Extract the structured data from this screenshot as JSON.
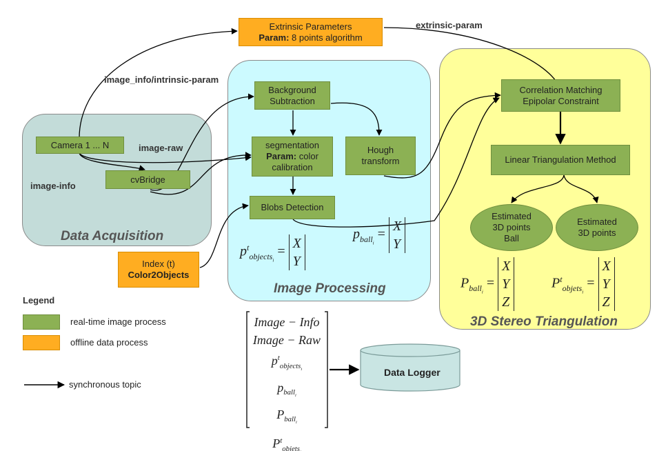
{
  "regions": {
    "data_acquisition": "Data Acquisition",
    "image_processing": "Image Processing",
    "stereo_triangulation": "3D Stereo Triangulation"
  },
  "nodes": {
    "extrinsic": {
      "line1": "Extrinsic Parameters",
      "bold": "Param:",
      "rest": " 8 points algorithm"
    },
    "camera": "Camera 1 ... N",
    "cvbridge": "cvBridge",
    "background": {
      "line1": "Background",
      "line2": "Subtraction"
    },
    "segmentation": {
      "line1": "segmentation",
      "bold": "Param:",
      "rest": " color",
      "line3": "calibration"
    },
    "hough": {
      "line1": "Hough",
      "line2": "transform"
    },
    "blobs": "Blobs Detection",
    "index": {
      "line1": "Index (t)",
      "line2": "Color2Objects"
    },
    "correlation": {
      "line1": "Correlation Matching",
      "line2": "Epipolar Constraint"
    },
    "linear": "Linear Triangulation Method",
    "est_ball": {
      "line1": "Estimated",
      "line2": "3D points",
      "line3": "Ball"
    },
    "est_points": {
      "line1": "Estimated",
      "line2": "3D points"
    },
    "logger": "Data Logger"
  },
  "edge_labels": {
    "extrinsic_param": "extrinsic-param",
    "image_info_intrinsic": "image_info/intrinsic-param",
    "image_raw": "image-raw",
    "image_info": "image-info"
  },
  "equations": {
    "p_objects": {
      "var": "p",
      "sup": "t",
      "sub": "objects",
      "subsub": "i",
      "rows": [
        "X",
        "Y"
      ]
    },
    "p_ball": {
      "var": "p",
      "sub": "ball",
      "subsub": "i",
      "rows": [
        "X",
        "Y"
      ]
    },
    "P_ball": {
      "var": "P",
      "sub": "ball",
      "subsub": "i",
      "rows": [
        "X",
        "Y",
        "Z"
      ]
    },
    "P_objets": {
      "var": "P",
      "sup": "t",
      "sub": "objets",
      "subsub": "i",
      "rows": [
        "X",
        "Y",
        "Z"
      ]
    }
  },
  "matrix": {
    "rows": [
      "Image − Info",
      "Image − Raw"
    ],
    "p_objects": {
      "var": "p",
      "sup": "t",
      "sub": "objects",
      "subsub": "i"
    },
    "p_ball": {
      "var": "p",
      "sub": "ball",
      "subsub": "i"
    },
    "P_ball": {
      "var": "P",
      "sub": "ball",
      "subsub": "i"
    },
    "P_objets": {
      "var": "P",
      "sup": "t",
      "sub": "objets",
      "subsub": "i"
    }
  },
  "legend": {
    "title": "Legend",
    "green": "real-time image process",
    "orange": "offline data process",
    "arrow": "synchronous topic"
  },
  "colors": {
    "green": "#8cb154",
    "orange": "#ffad21",
    "teal_region": "#c3dcd9",
    "cyan_region": "#ccfaff",
    "yellow_region": "#ffff9a",
    "logger": "#c9e5e3"
  }
}
